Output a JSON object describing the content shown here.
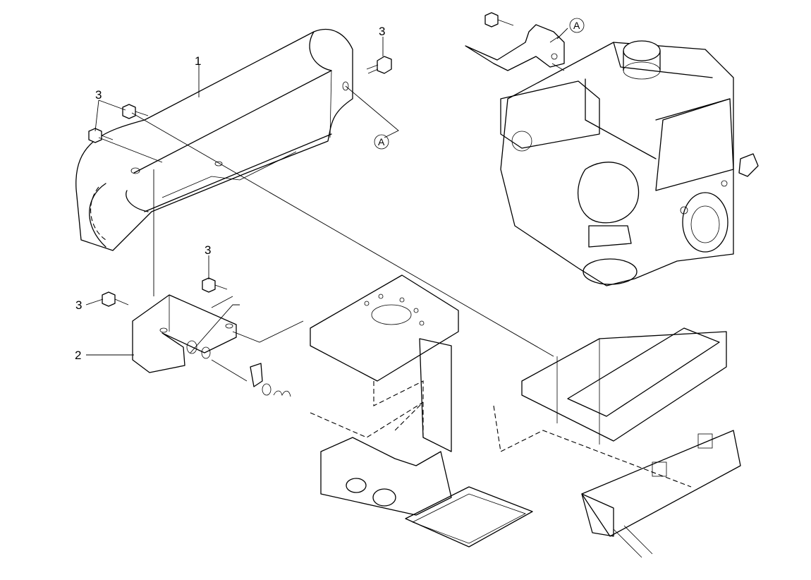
{
  "callouts": {
    "belt_cover": "1",
    "bracket": "2",
    "bolt_top_right": "3",
    "bolt_cover_left": "3",
    "bolt_bracket_right": "3",
    "bolt_bracket_left": "3"
  },
  "ref_marks": {
    "cover_ref": "A",
    "engine_ref": "A"
  }
}
